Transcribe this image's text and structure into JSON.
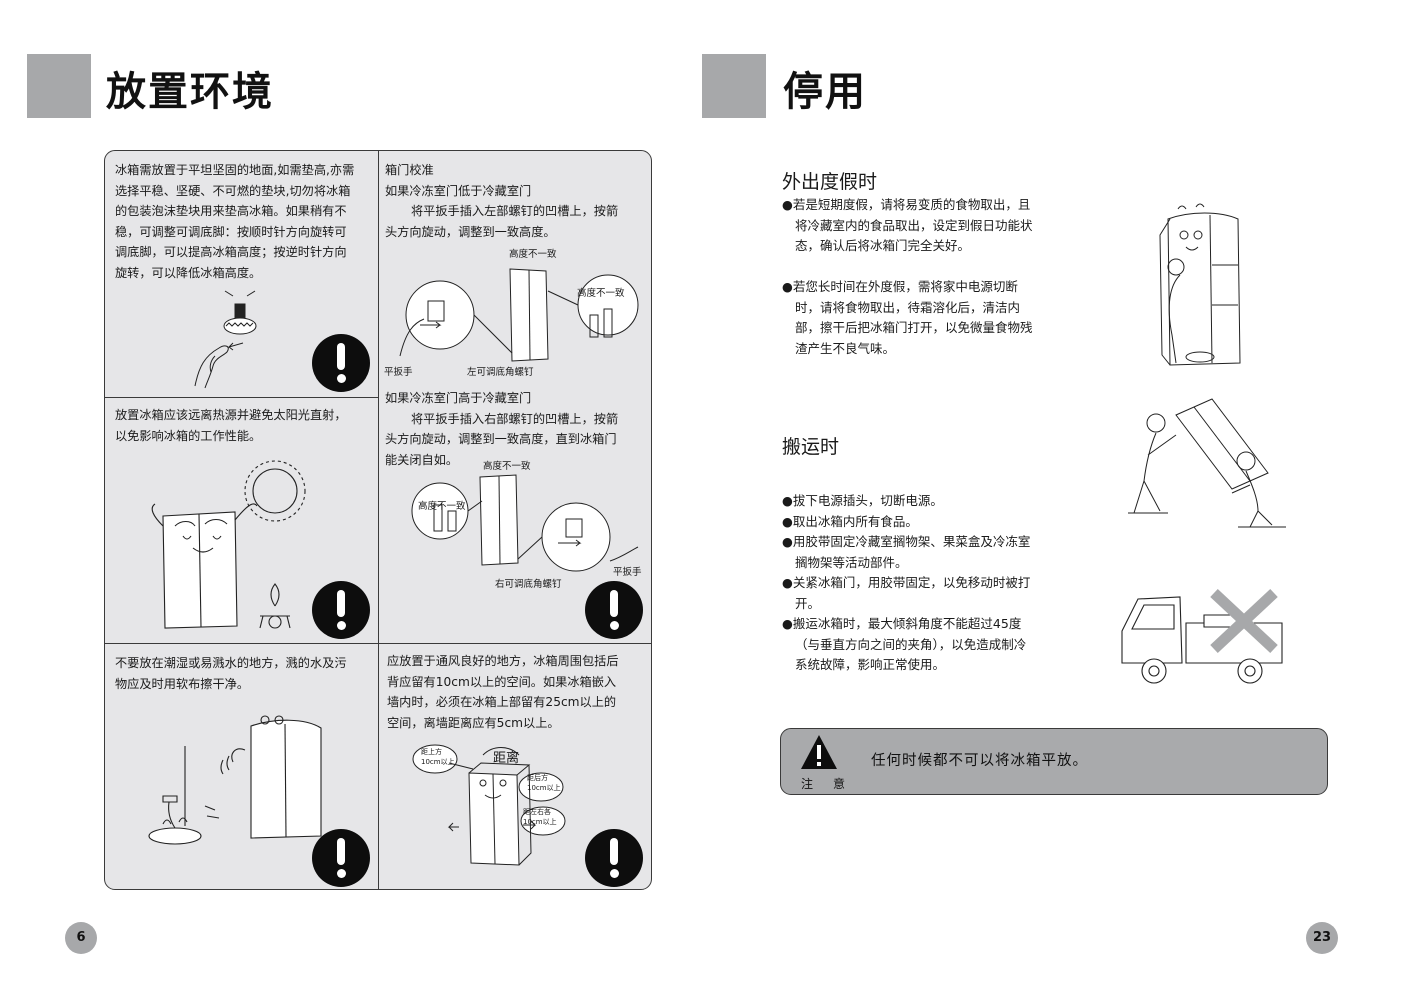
{
  "left_page": {
    "title": "放置环境",
    "page_number": "6",
    "cells": {
      "level": [
        "冰箱需放置于平坦坚固的地面,如需垫高,亦需",
        "选择平稳、坚硬、不可燃的垫块,切勿将冰箱",
        "的包装泡沫垫块用来垫高冰箱。如果稍有不",
        "稳，可调整可调底脚：按顺时针方向旋转可",
        "调底脚，可以提高冰箱高度；按逆时针方向",
        "旋转，可以降低冰箱高度。"
      ],
      "heat": [
        "放置冰箱应该远离热源并避免太阳光直射，",
        "以免影响冰箱的工作性能。"
      ],
      "water": [
        "不要放在潮湿或易溅水的地方，溅的水及污",
        "物应及时用软布擦干净。"
      ],
      "door_title": "箱门校准",
      "door_case1": "如果冷冻室门低于冷藏室门",
      "door_case1_text": [
        "将平扳手插入左部螺钉的凹槽上，按箭",
        "头方向旋动，调整到一致高度。"
      ],
      "door_case2": "如果冷冻室门高于冷藏室门",
      "door_case2_text": [
        "将平扳手插入右部螺钉的凹槽上，按箭",
        "头方向旋动，调整到一致高度，直到冰箱门",
        "能关闭自如。"
      ],
      "label_height_mismatch": "高度不一致",
      "label_wrench": "平扳手",
      "label_left_screw": "左可调底角螺钉",
      "label_right_screw": "右可调底角螺钉",
      "vent": [
        "应放置于通风良好的地方，冰箱周围包括后",
        "背应留有10cm以上的空间。如果冰箱嵌入",
        "墙内时，必须在冰箱上部留有25cm以上的",
        "空间，离墙距离应有5cm以上。"
      ],
      "label_distance": "距离",
      "label_top": [
        "距上方",
        "10cm以上"
      ],
      "label_back": [
        "距后方",
        "10cm以上"
      ],
      "label_sides": [
        "距左右各",
        "10cm以上"
      ]
    }
  },
  "right_page": {
    "title": "停用",
    "page_number": "23",
    "vacation": {
      "heading": "外出度假时",
      "bullets": [
        [
          "●若是短期度假，请将易变质的食物取出，且",
          "将冷藏室内的食品取出，设定到假日功能状",
          "态，确认后将冰箱门完全关好。"
        ],
        [
          "●若您长时间在外度假，需将家中电源切断",
          "时，请将食物取出，待霜溶化后，清洁内",
          "部，擦干后把冰箱门打开，以免微量食物残",
          "渣产生不良气味。"
        ]
      ]
    },
    "moving": {
      "heading": "搬运时",
      "bullets": [
        [
          "●拔下电源插头，切断电源。"
        ],
        [
          "●取出冰箱内所有食品。"
        ],
        [
          "●用胶带固定冷藏室搁物架、果菜盒及冷冻室",
          "搁物架等活动部件。"
        ],
        [
          "●关紧冰箱门，用胶带固定，以免移动时被打",
          "开。"
        ],
        [
          "●搬运冰箱时，最大倾斜角度不能超过45度",
          "（与垂直方向之间的夹角），以免造成制冷",
          "系统故障，影响正常使用。"
        ]
      ]
    },
    "notice": {
      "text": "任何时候都不可以将冰箱平放。",
      "label_1": "注",
      "label_2": "意"
    }
  },
  "colors": {
    "title_block": "#a7a8aa",
    "panel_bg": "#e6e6e8",
    "notice_bg": "#a9aaac",
    "warning_black": "#0d0d0d"
  }
}
